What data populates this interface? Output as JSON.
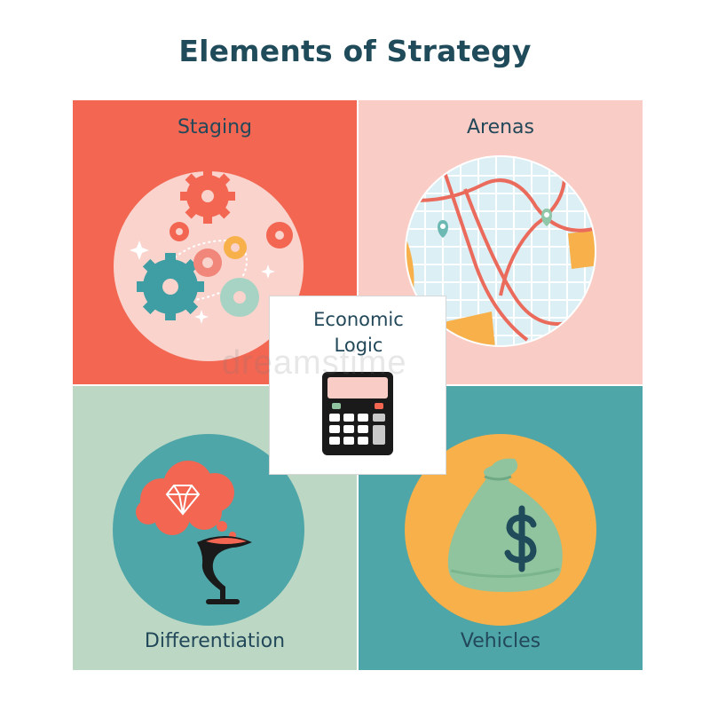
{
  "title": "Elements of Strategy",
  "quadrants": {
    "staging": {
      "label": "Staging",
      "bg": "#f26652",
      "circle": "#f9d3cc"
    },
    "arenas": {
      "label": "Arenas",
      "bg": "#f9cdc6",
      "circle": "#dceff5"
    },
    "differentiation": {
      "label": "Differentiation",
      "bg": "#bcd8c4",
      "circle": "#4fa6a8"
    },
    "vehicles": {
      "label": "Vehicles",
      "bg": "#4fa6a8",
      "circle": "#f7b04a"
    }
  },
  "center": {
    "line1": "Economic",
    "line2": "Logic"
  },
  "watermark": "dreamstime",
  "icons": [
    "gears-icon",
    "map-icon",
    "diamond-cloud-icon",
    "money-bag-icon",
    "calculator-icon"
  ]
}
